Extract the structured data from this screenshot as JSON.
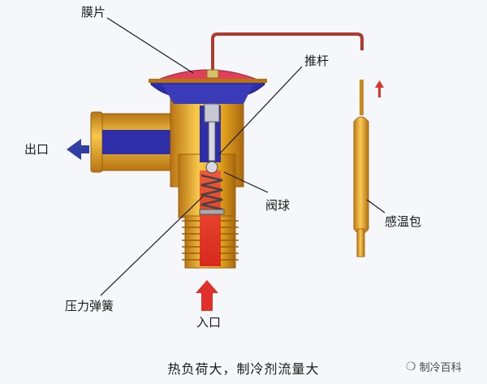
{
  "labels": {
    "diaphragm": "膜片",
    "push_rod": "推杆",
    "outlet": "出口",
    "valve_ball": "阀球",
    "sensing_bulb": "感温包",
    "pressure_spring": "压力弹簧",
    "inlet": "入口"
  },
  "caption": "热负荷大，制冷剂流量大",
  "watermark": "制冷百科",
  "colors": {
    "brass": "#f2b21f",
    "brass_dark": "#b87414",
    "refrigerant": "#e43b2c",
    "diaphragm": "#e0405a",
    "body_blue": "#2e2fa8",
    "arrow_blue": "#2f3fa3",
    "arrow_red": "#e0302a",
    "capillary": "#b03a2e"
  }
}
